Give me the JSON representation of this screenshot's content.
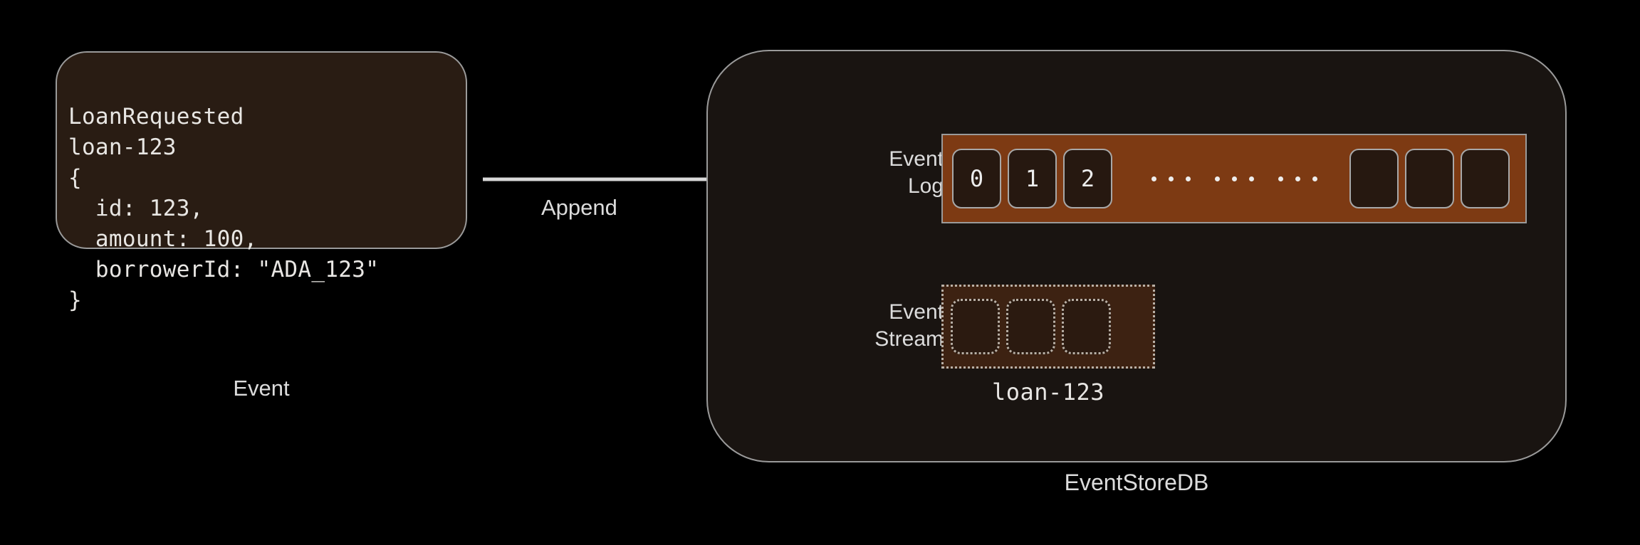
{
  "theme": {
    "background": "#000000",
    "panel_fill": "#191411",
    "card_fill": "#291c13",
    "log_fill": "#7d3a13",
    "stream_fill": "#3d2212",
    "cell_fill": "#261810",
    "stroke": "#9a9a9a",
    "text": "#dcdcdc"
  },
  "event_card": {
    "caption": "Event",
    "code": "LoanRequested\nloan-123\n{\n  id: 123,\n  amount: 100,\n  borrowerId: \"ADA_123\"\n}",
    "lines": [
      "LoanRequested",
      "loan-123",
      "{",
      "  id: 123,",
      "  amount: 100,",
      "  borrowerId: \"ADA_123\"",
      "}"
    ],
    "event_type": "LoanRequested",
    "stream_id": "loan-123",
    "payload": {
      "id": "123",
      "amount": "100",
      "borrowerId": "\"ADA_123\""
    }
  },
  "arrow": {
    "label": "Append"
  },
  "store": {
    "caption": "EventStoreDB",
    "event_log": {
      "label": "Event\nLog",
      "cells": [
        "0",
        "1",
        "2"
      ],
      "ellipsis_dot_groups": 3,
      "dots_per_group": 3,
      "empty_cells": 3
    },
    "event_stream": {
      "label": "Event\nStream",
      "caption": "loan-123",
      "empty_cells": 3
    }
  }
}
